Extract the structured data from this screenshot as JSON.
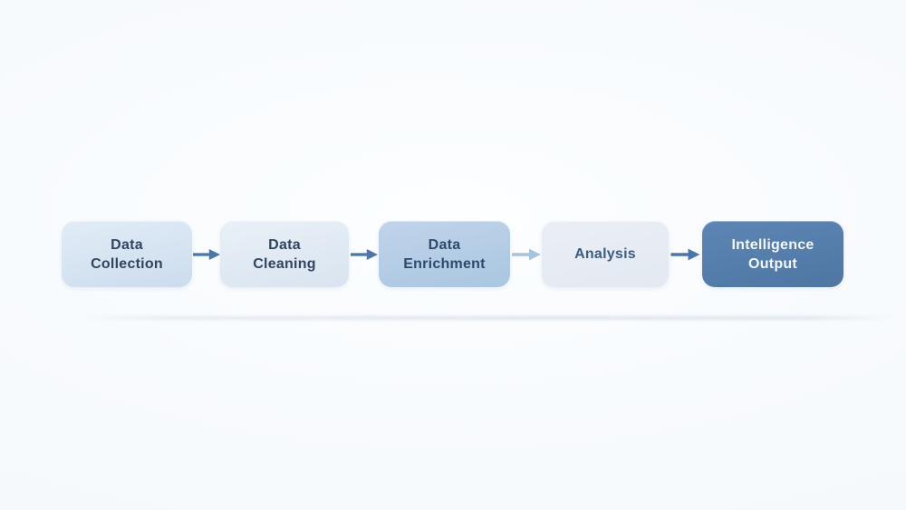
{
  "flow": {
    "steps": [
      {
        "line1": "Data",
        "line2": "Collection",
        "colors": {
          "bg_top": "#e1ecf6",
          "bg_bottom": "#ccdcee",
          "text": "#31455f"
        }
      },
      {
        "line1": "Data",
        "line2": "Cleaning",
        "colors": {
          "bg_top": "#e9f0f7",
          "bg_bottom": "#d9e4f0",
          "text": "#31455f"
        }
      },
      {
        "line1": "Data",
        "line2": "Enrichment",
        "colors": {
          "bg_top": "#c0d4ea",
          "bg_bottom": "#aac6e1",
          "text": "#2d4a6c"
        }
      },
      {
        "line1": "Analysis",
        "line2": "",
        "colors": {
          "bg_top": "#ebeff5",
          "bg_bottom": "#e2e9f1",
          "text": "#3d5c82"
        }
      },
      {
        "line1": "Intelligence",
        "line2": "Output",
        "colors": {
          "bg_top": "#5e86b5",
          "bg_bottom": "#4e76a3",
          "text": "#f4f8fb"
        }
      }
    ],
    "arrows": [
      {
        "color": "#4a76ab"
      },
      {
        "color": "#4a76ab"
      },
      {
        "color": "#a9c3de"
      },
      {
        "color": "#4a76ab"
      }
    ]
  }
}
